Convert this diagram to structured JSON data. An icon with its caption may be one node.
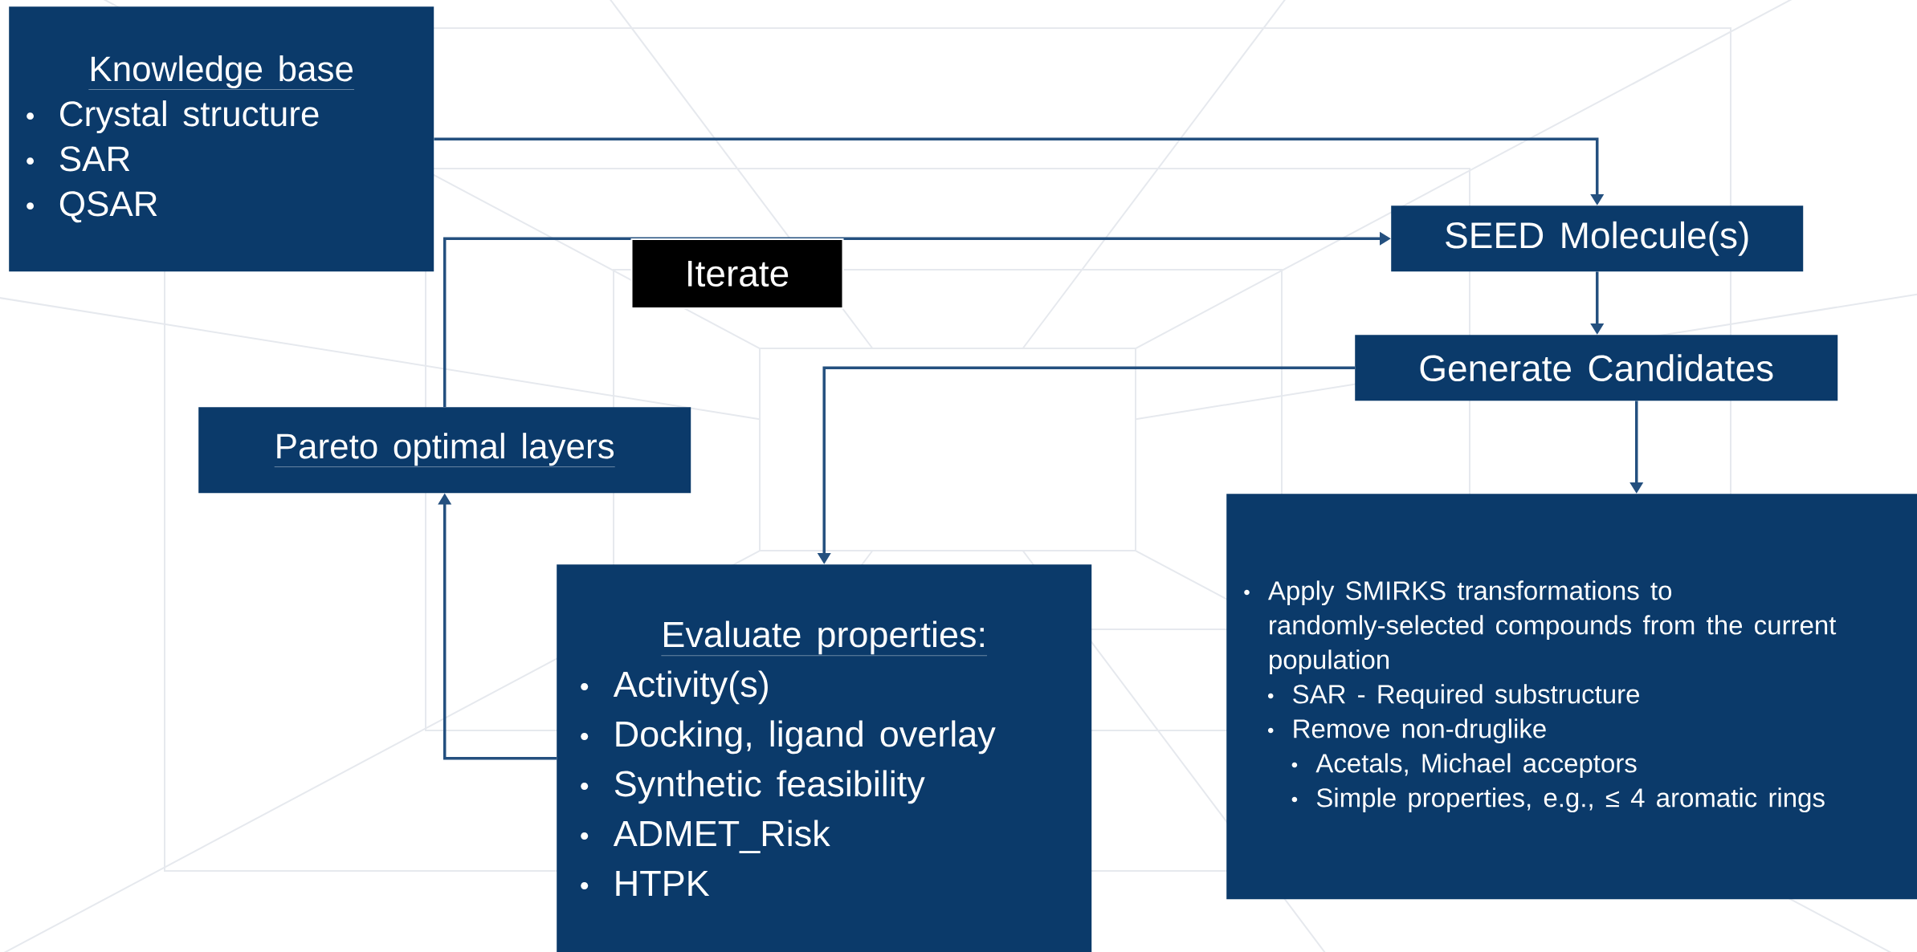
{
  "diagram": {
    "nodes": [
      {
        "text": [
          "Knowledge base",
          "Crystal structure",
          "SAR",
          "QSAR"
        ]
      },
      {
        "text": [
          "SEED Molecule(s)"
        ]
      },
      {
        "text": [
          "Generate Candidates"
        ]
      },
      {
        "text": [
          "Pareto optimal layers"
        ]
      },
      {
        "text": [
          "Apply SMIRKS transformations to randomly-selected compounds from the current population",
          "SAR - Required substructure",
          "Remove non-druglike",
          "Acetals, Michael acceptors",
          "Simple properties, e.g., ≤ 4 aromatic rings"
        ]
      },
      {
        "text": [
          "Evaluate properties:",
          "Activity(s)",
          "Docking, ligand overlay",
          "Synthetic feasibility",
          "ADMET_Risk",
          "HTPK"
        ]
      }
    ],
    "edges": [
      {
        "from": 0,
        "to": 1,
        "arrow": "to"
      },
      {
        "from": 3,
        "to": 1,
        "arrow": "to",
        "label": "Iterate"
      },
      {
        "from": 1,
        "to": 2,
        "arrow": "to"
      },
      {
        "from": 2,
        "to": 4,
        "arrow": "to"
      },
      {
        "from": 2,
        "to": 5,
        "arrow": "to"
      },
      {
        "from": 5,
        "to": 3,
        "arrow": "to"
      }
    ]
  }
}
